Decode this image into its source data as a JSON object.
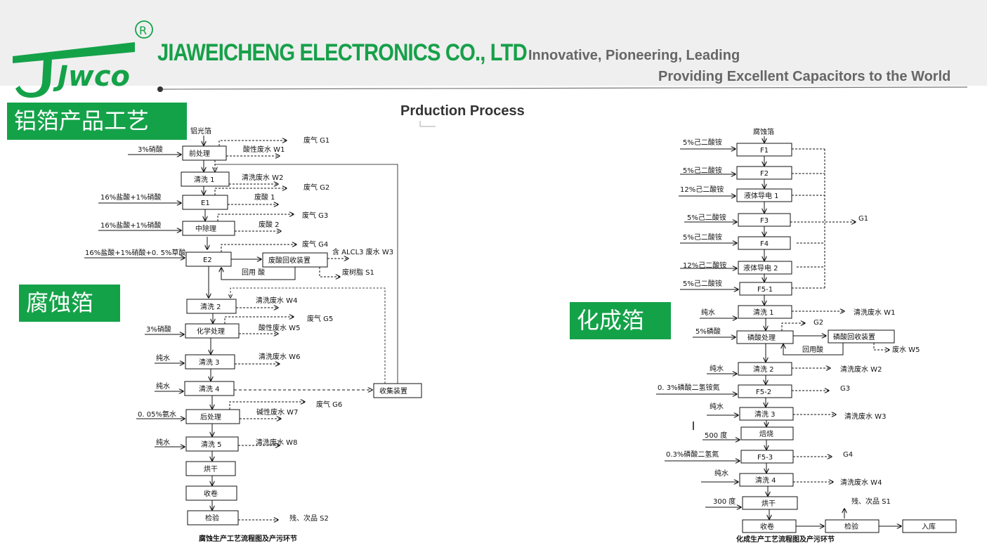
{
  "header": {
    "company": "JIAWEICHENG  ELECTRONICS CO., LTD",
    "slogan_line1": "Innovative, Pioneering, Leading",
    "slogan_line2": "Providing Excellent Capacitors to the World",
    "logo_text": "Jwco",
    "registered_mark": "®"
  },
  "title": "Prduction Process",
  "labels": {
    "aluminum_foil_process": "铝箔产品工艺",
    "etched_foil": "腐蚀箔",
    "formed_foil": "化成箔"
  },
  "colors": {
    "brand_green": "#14a249",
    "header_bg": "#efefef",
    "slogan_gray": "#666666"
  },
  "etching": {
    "caption": "腐蚀生产工艺流程图及产污环节",
    "start": "铝光箔",
    "steps": [
      "前处理",
      "清洗 1",
      "E1",
      "中除理",
      "E2",
      "清洗 2",
      "化学处理",
      "清洗 3",
      "清洗 4",
      "后处理",
      "清洗 5",
      "烘干",
      "收卷",
      "检验"
    ],
    "inputs": [
      "3%硝酸",
      "16%盐酸+1%硝酸",
      "16%盐酸+1%硝酸",
      "16%盐酸+1%硝酸+0. 5%草酸",
      "3%硝酸",
      "纯水",
      "纯水",
      "0. 05%氨水",
      "纯水"
    ],
    "recovery": "废酸回收装置",
    "recycle": "回用 酸",
    "collector": "收集装置",
    "outputs": [
      "废气 G1",
      "酸性废水 W1",
      "清洗废水 W2",
      "废气 G2",
      "废酸 1",
      "废气 G3",
      "废酸 2",
      "废气 G4",
      "含 ALCL3 废水 W3",
      "废树脂 S1",
      "清洗废水 W4",
      "废气 G5",
      "酸性废水 W5",
      "清洗废水 W6",
      "废气 G6",
      "碱性废水 W7",
      "清洗废水 W8",
      "残、次品 S2"
    ]
  },
  "formation": {
    "caption": "化成生产工艺流程图及产污环节",
    "start": "腐蚀箔",
    "steps": [
      "F1",
      "F2",
      "液体导电 1",
      "F3",
      "F4",
      "液体导电 2",
      "F5-1",
      "清洗 1",
      "磷酸处理",
      "清洗 2",
      "F5-2",
      "清洗 3",
      "焙烧",
      "F5-3",
      "清洗 4",
      "烘干",
      "收卷",
      "检验",
      "入库"
    ],
    "inputs": [
      "5%己二酸铵",
      "5%己二酸铵",
      "12%己二酸铵",
      "5%己二酸铵",
      "5%己二酸铵",
      "12%己二酸铵",
      "5%己二酸铵",
      "纯水",
      "5%磷酸",
      "纯水",
      "0. 3%磷酸二氢铵氮",
      "纯水",
      "500 度",
      "0.3%磷酸二氢氮",
      "纯水",
      "300 度"
    ],
    "recovery": "磷酸回收装置",
    "recycle": "回用酸",
    "outputs": [
      "G1",
      "清洗废水 W1",
      "G2",
      "废水 W5",
      "清洗废水 W2",
      "G3",
      "清洗废水 W3",
      "G4",
      "清洗废水 W4",
      "残、次品 S1"
    ]
  }
}
